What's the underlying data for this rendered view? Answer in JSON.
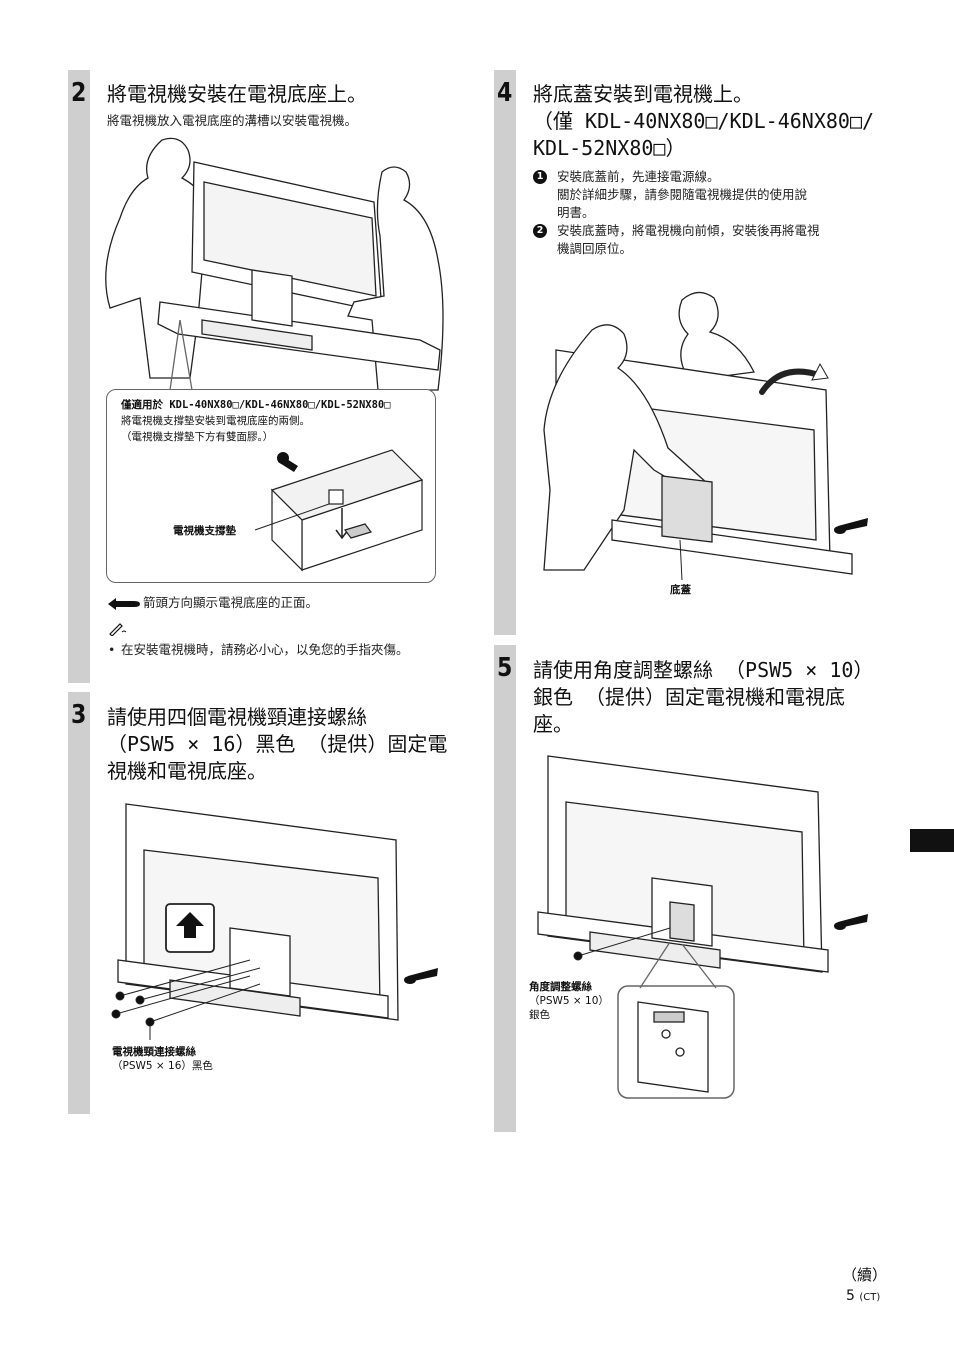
{
  "step2": {
    "number": "2",
    "title": "將電視機安裝在電視底座上。",
    "desc": "將電視機放入電視底座的溝槽以安裝電視機。",
    "callout_title": "僅適用於 KDL-40NX80□/KDL-46NX80□/KDL-52NX80□",
    "callout_line1": "將電視機支撐墊安裝到電視底座的兩側。",
    "callout_line2": "（電視機支撐墊下方有雙面膠。）",
    "callout_label": "電視機支撐墊",
    "arrow_note": "箭頭方向顯示電視底座的正面。",
    "note_bullet": "•",
    "note_text": "在安裝電視機時，請務必小心，以免您的手指夾傷。"
  },
  "step3": {
    "number": "3",
    "title_l1": "請使用四個電視機頸連接螺絲",
    "title_l2": "（PSW5 × 16）黑色 （提供）固定電",
    "title_l3": "視機和電視底座。",
    "label_l1": "電視機頸連接螺絲",
    "label_l2": "（PSW5 × 16）黑色"
  },
  "step4": {
    "number": "4",
    "title_l1": "將底蓋安裝到電視機上。",
    "title_l2": "（僅 KDL-40NX80□/KDL-46NX80□/",
    "title_l3": "KDL-52NX80□）",
    "items": [
      {
        "marker": "1",
        "l1": "安裝底蓋前，先連接電源線。",
        "l2": "關於詳細步驟，請參閱隨電視機提供的使用說",
        "l3": "明書。"
      },
      {
        "marker": "2",
        "l1": "安裝底蓋時，將電視機向前傾，安裝後再將電視",
        "l2": "機調回原位。"
      }
    ],
    "label": "底蓋"
  },
  "step5": {
    "number": "5",
    "title_l1": "請使用角度調整螺絲 （PSW5 × 10）",
    "title_l2": "銀色 （提供）固定電視機和電視底",
    "title_l3": "座。",
    "label_l1": "角度調整螺絲",
    "label_l2": "（PSW5 × 10）",
    "label_l3": "銀色"
  },
  "footer": {
    "continued": "（續）",
    "page": "5",
    "page_suffix": "(CT)"
  }
}
